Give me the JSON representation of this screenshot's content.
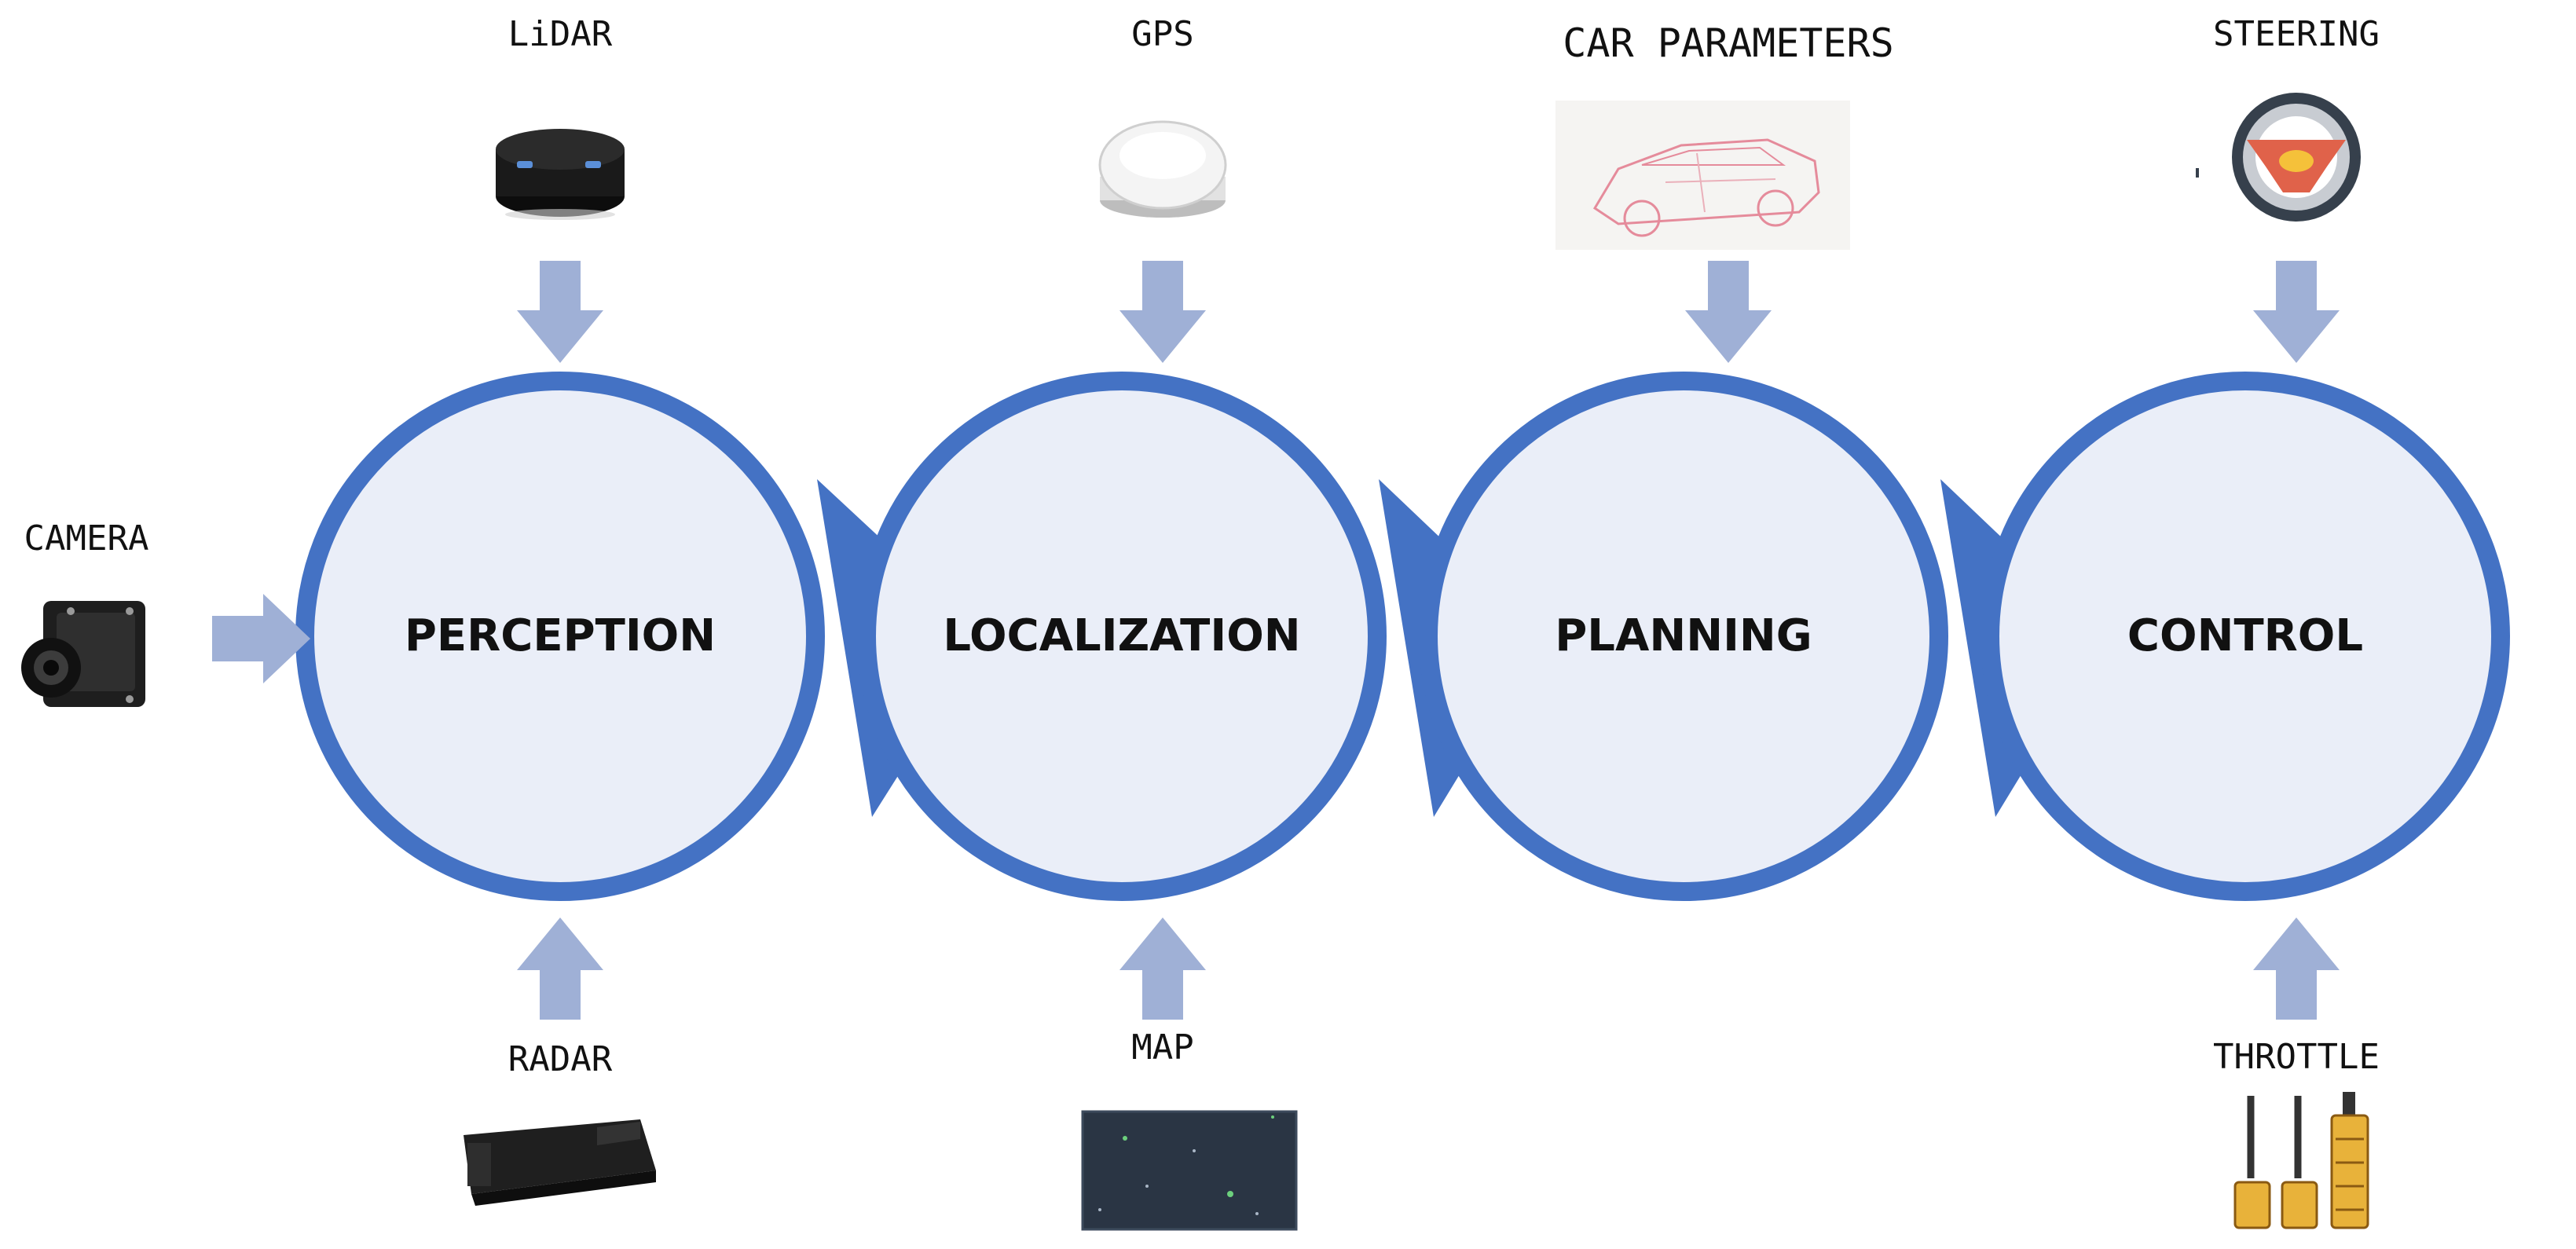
{
  "diagram": {
    "stages": [
      {
        "id": "perception",
        "label": "PERCEPTION"
      },
      {
        "id": "localization",
        "label": "LOCALIZATION"
      },
      {
        "id": "planning",
        "label": "PLANNING"
      },
      {
        "id": "control",
        "label": "CONTROL"
      }
    ],
    "inputs": {
      "lidar": "LiDAR",
      "camera": "CAMERA",
      "radar": "RADAR",
      "gps": "GPS",
      "map": "MAP",
      "car_parameters": "CAR PARAMETERS",
      "steering": "STEERING",
      "throttle": "THROTTLE"
    },
    "colors": {
      "circle_fill": "#eaeef8",
      "circle_stroke": "#4472c4",
      "pointer": "#4472c4",
      "arrow": "#9fb0d6",
      "text": "#111111"
    }
  }
}
